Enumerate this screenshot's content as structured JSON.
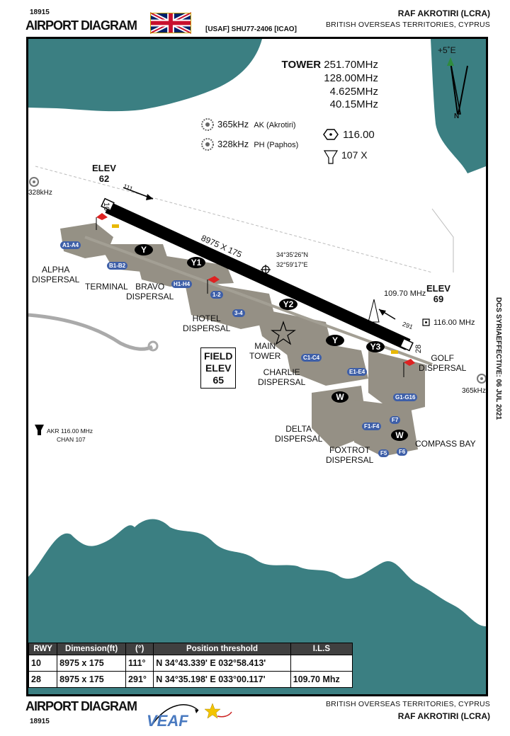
{
  "header": {
    "chart_number": "18915",
    "title": "AIRPORT DIAGRAM",
    "code": "[USAF] SHU77-2406 [ICAO]",
    "airport": "RAF AKROTIRI (LCRA)",
    "region": "BRITISH OVERSEAS TERRITORIES, CYPRUS"
  },
  "footer": {
    "title": "AIRPORT DIAGRAM",
    "chart_number": "18915",
    "region": "BRITISH OVERSEAS TERRITORIES, CYPRUS",
    "airport": "RAF AKROTIRI (LCRA)",
    "logo_text": "VEAF"
  },
  "side_note": "DCS SYRIAEFFECTIVE: 06 JUL 2021",
  "tower": {
    "label": "TOWER",
    "freqs": [
      "251.70MHz",
      "128.00MHz",
      "4.625MHz",
      "40.15MHz"
    ]
  },
  "navaids": [
    {
      "freq": "365kHz",
      "name": "AK (Akrotiri)"
    },
    {
      "freq": "328kHz",
      "name": "PH (Paphos)"
    }
  ],
  "vor": "116.00",
  "tacan": "107 X",
  "north": {
    "variation": "+5˚E",
    "label": "N"
  },
  "elevations": [
    {
      "label": "ELEV",
      "value": "62"
    },
    {
      "label": "ELEV",
      "value": "69"
    }
  ],
  "field_elev": [
    "FIELD",
    "ELEV",
    "65"
  ],
  "runway": {
    "dims": "8975 X 175",
    "end1": "10",
    "end2": "28",
    "hdg1": "111",
    "hdg2": "291",
    "coord_lat": "34°35'26\"N",
    "coord_lon": "32°59'17\"E",
    "ils_freq": "109.70 MHz",
    "vor_right": "116.00 MHz"
  },
  "ndb_labels": {
    "left": "328kHz",
    "right": "365kHz"
  },
  "akr": {
    "line1": "AKR 116.00 MHz",
    "line2": "CHAN 107"
  },
  "areas": {
    "alpha": "ALPHA\nDISPERSAL",
    "terminal": "TERMINAL",
    "bravo": "BRAVO\nDISPERSAL",
    "hotel": "HOTEL\nDISPERSAL",
    "main_tower": "MAIN\nTOWER",
    "charlie": "CHARLIE\nDISPERSAL",
    "golf": "GOLF\nDISPERSAL",
    "delta": "DELTA\nDISPERSAL",
    "foxtrot": "FOXTROT\nDISPERSAL",
    "compass": "COMPASS BAY"
  },
  "taxiways": [
    "Y",
    "Y1",
    "Y2",
    "Y",
    "Y3",
    "W",
    "W"
  ],
  "stands": [
    "A1-A4",
    "B1-B2",
    "H1-H4",
    "1-2",
    "3-4",
    "C1-C4",
    "E1-E4",
    "G1-G16",
    "F7",
    "F1-F4",
    "F5",
    "F6"
  ],
  "table": {
    "headers": [
      "RWY",
      "Dimension(ft)",
      "(°)",
      "Position threshold",
      "I.L.S"
    ],
    "rows": [
      [
        "10",
        "8975 x 175",
        "111°",
        "N 34°43.339' E 032°58.413'",
        ""
      ],
      [
        "28",
        "8975 x 175",
        "291°",
        "N 34°35.198' E 033°00.117'",
        "109.70 Mhz"
      ]
    ]
  },
  "colors": {
    "sea": "#3b7f82",
    "ground": "#8a8578",
    "runway": "#000000",
    "tag": "#3e5fa8"
  }
}
